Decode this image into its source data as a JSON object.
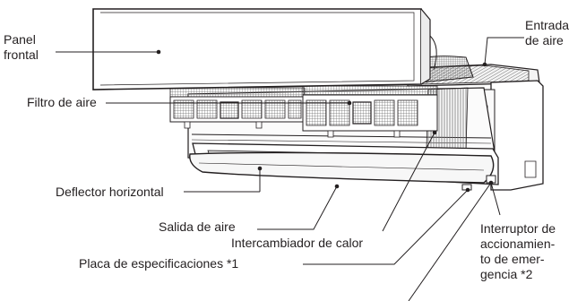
{
  "labels": {
    "front_panel_line1": "Panel",
    "front_panel_line2": "frontal",
    "air_inlet_line1": "Entrada",
    "air_inlet_line2": "de aire",
    "air_filter": "Filtro de aire",
    "horizontal_deflector": "Deflector horizontal",
    "air_outlet": "Salida de aire",
    "heat_exchanger": "Intercambiador de calor",
    "rating_plate": "Placa de especificaciones *1",
    "emergency_switch_line1": "Interruptor de",
    "emergency_switch_line2": "accionamien-",
    "emergency_switch_line3": "to de emer-",
    "emergency_switch_line4": "gencia *2"
  },
  "colors": {
    "line": "#231f20",
    "body_fill": "#ffffff",
    "filter_mesh": "#6d6d6d",
    "shade": "#e8e8e8"
  }
}
